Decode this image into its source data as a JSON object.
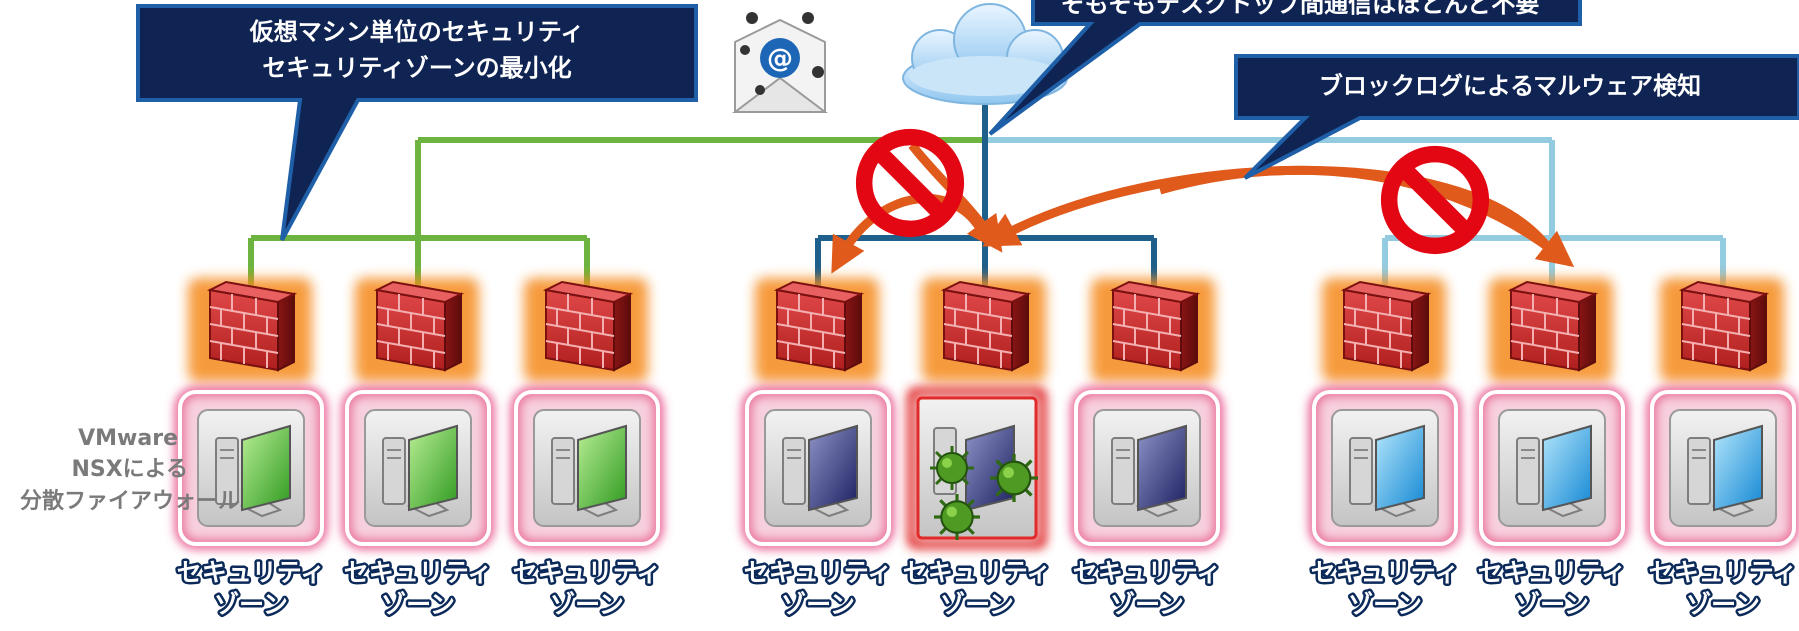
{
  "callouts": {
    "vm_security_line1": "仮想マシン単位のセキュリティ",
    "vm_security_line2": "セキュリティゾーンの最小化",
    "desktop_comm": "そもそもデスクトップ間通信はほとんど不要",
    "malware_detect": "ブロックログによるマルウェア検知"
  },
  "nsx_label": {
    "line1": "VMware",
    "line2": "NSXによる",
    "line3": "分散ファイアウォール"
  },
  "zone_label": {
    "line1": "セキュリティ",
    "line2": "ゾーン"
  },
  "groups": [
    {
      "name": "group-green",
      "line_color": "#6db33f",
      "screen_color": "#3faa2a",
      "zones": 3
    },
    {
      "name": "group-navy",
      "line_color": "#1f5f8b",
      "screen_color": "#2b2f6e",
      "zones": 3,
      "infected_zone": 2
    },
    {
      "name": "group-lightblue",
      "line_color": "#93cce0",
      "screen_color": "#1ea2e6",
      "zones": 3
    }
  ],
  "colors": {
    "callout_fill": "#0f2453",
    "callout_border": "#1f5fa8",
    "block_sign": "#e30613",
    "arrow": "#e05a1c",
    "zone_glow": "#e8508a",
    "infected": "#e32a2a"
  },
  "icons": [
    "cloud-icon",
    "email-malware-icon",
    "firewall-icon",
    "computer-icon",
    "virus-icon",
    "block-icon"
  ]
}
